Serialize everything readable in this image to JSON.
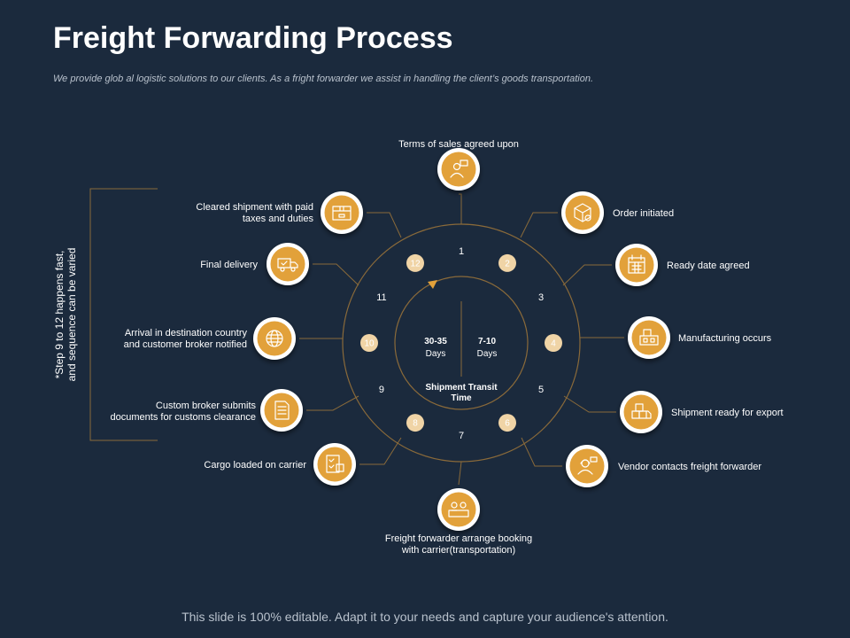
{
  "title": "Freight Forwarding Process",
  "subtitle": "We provide glob al logistic solutions to our clients. As a fright forwarder we  assist in handling the client’s goods transportation.",
  "side_note": [
    "*Step 9 to 12 happens fast,",
    "and sequence can be varied"
  ],
  "footer": "This slide is 100% editable. Adapt it to your needs and capture your audience's attention.",
  "center": {
    "left_value": "30-35",
    "left_unit": "Days",
    "right_value": "7-10",
    "right_unit": "Days",
    "caption": [
      "Shipment Transit",
      "Time"
    ]
  },
  "ring_numbers": [
    "1",
    "2",
    "3",
    "4",
    "5",
    "6",
    "7",
    "8",
    "9",
    "10",
    "11",
    "12"
  ],
  "steps": [
    {
      "icon": "person-icon",
      "lines": [
        "Terms of sales agreed upon"
      ]
    },
    {
      "icon": "package-icon",
      "lines": [
        "Order initiated"
      ]
    },
    {
      "icon": "calendar-icon",
      "lines": [
        "Ready date agreed"
      ]
    },
    {
      "icon": "factory-icon",
      "lines": [
        "Manufacturing occurs"
      ]
    },
    {
      "icon": "boxes-icon",
      "lines": [
        "Shipment ready for export"
      ]
    },
    {
      "icon": "headset-person-icon",
      "lines": [
        "Vendor contacts freight forwarder"
      ]
    },
    {
      "icon": "booking-desk-icon",
      "lines": [
        "Freight forwarder arrange booking",
        "with carrier(transportation)"
      ]
    },
    {
      "icon": "checklist-icon",
      "lines": [
        "Cargo loaded on carrier"
      ]
    },
    {
      "icon": "document-icon",
      "lines": [
        "Custom broker submits",
        "documents for customs clearance"
      ]
    },
    {
      "icon": "globe-icon",
      "lines": [
        "Arrival in destination country",
        "and customer broker notified"
      ]
    },
    {
      "icon": "delivery-truck-icon",
      "lines": [
        "Final delivery"
      ]
    },
    {
      "icon": "box-icon",
      "lines": [
        "Cleared shipment with paid",
        "taxes and duties"
      ]
    }
  ],
  "colors": {
    "background": "#1b2a3d",
    "accent": "#e2a13a",
    "badge": "#f0d4a6",
    "ring": "#8a6a3a"
  }
}
